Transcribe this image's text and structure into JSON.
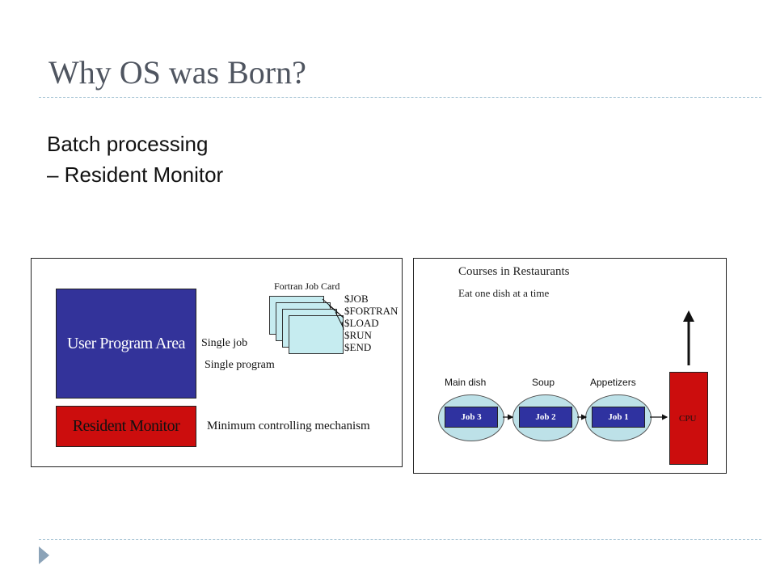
{
  "slide": {
    "title": "Why OS was Born?",
    "bullet_1": "Batch processing",
    "bullet_2": "– Resident Monitor"
  },
  "left_diagram": {
    "user_program_area": "User Program Area",
    "resident_monitor": "Resident Monitor",
    "single_job": "Single job",
    "single_program": "Single program",
    "fortran_job_card": "Fortran Job Card",
    "commands": [
      "$JOB",
      "$FORTRAN",
      "$LOAD",
      "$RUN",
      "$END"
    ],
    "minimum_controlling": "Minimum controlling mechanism"
  },
  "right_diagram": {
    "heading": "Courses in Restaurants",
    "subheading": "Eat one dish at a time",
    "courses": [
      {
        "label": "Main dish",
        "job": "Job 3"
      },
      {
        "label": "Soup",
        "job": "Job 2"
      },
      {
        "label": "Appetizers",
        "job": "Job 1"
      }
    ],
    "cpu": "CPU"
  },
  "colors": {
    "accent_blue": "#33339a",
    "accent_red": "#cc0d0d",
    "card_fill": "#c6ecf0",
    "ellipse_fill": "#bde1e8"
  },
  "icons": {
    "nav": "triangle-right-icon"
  }
}
